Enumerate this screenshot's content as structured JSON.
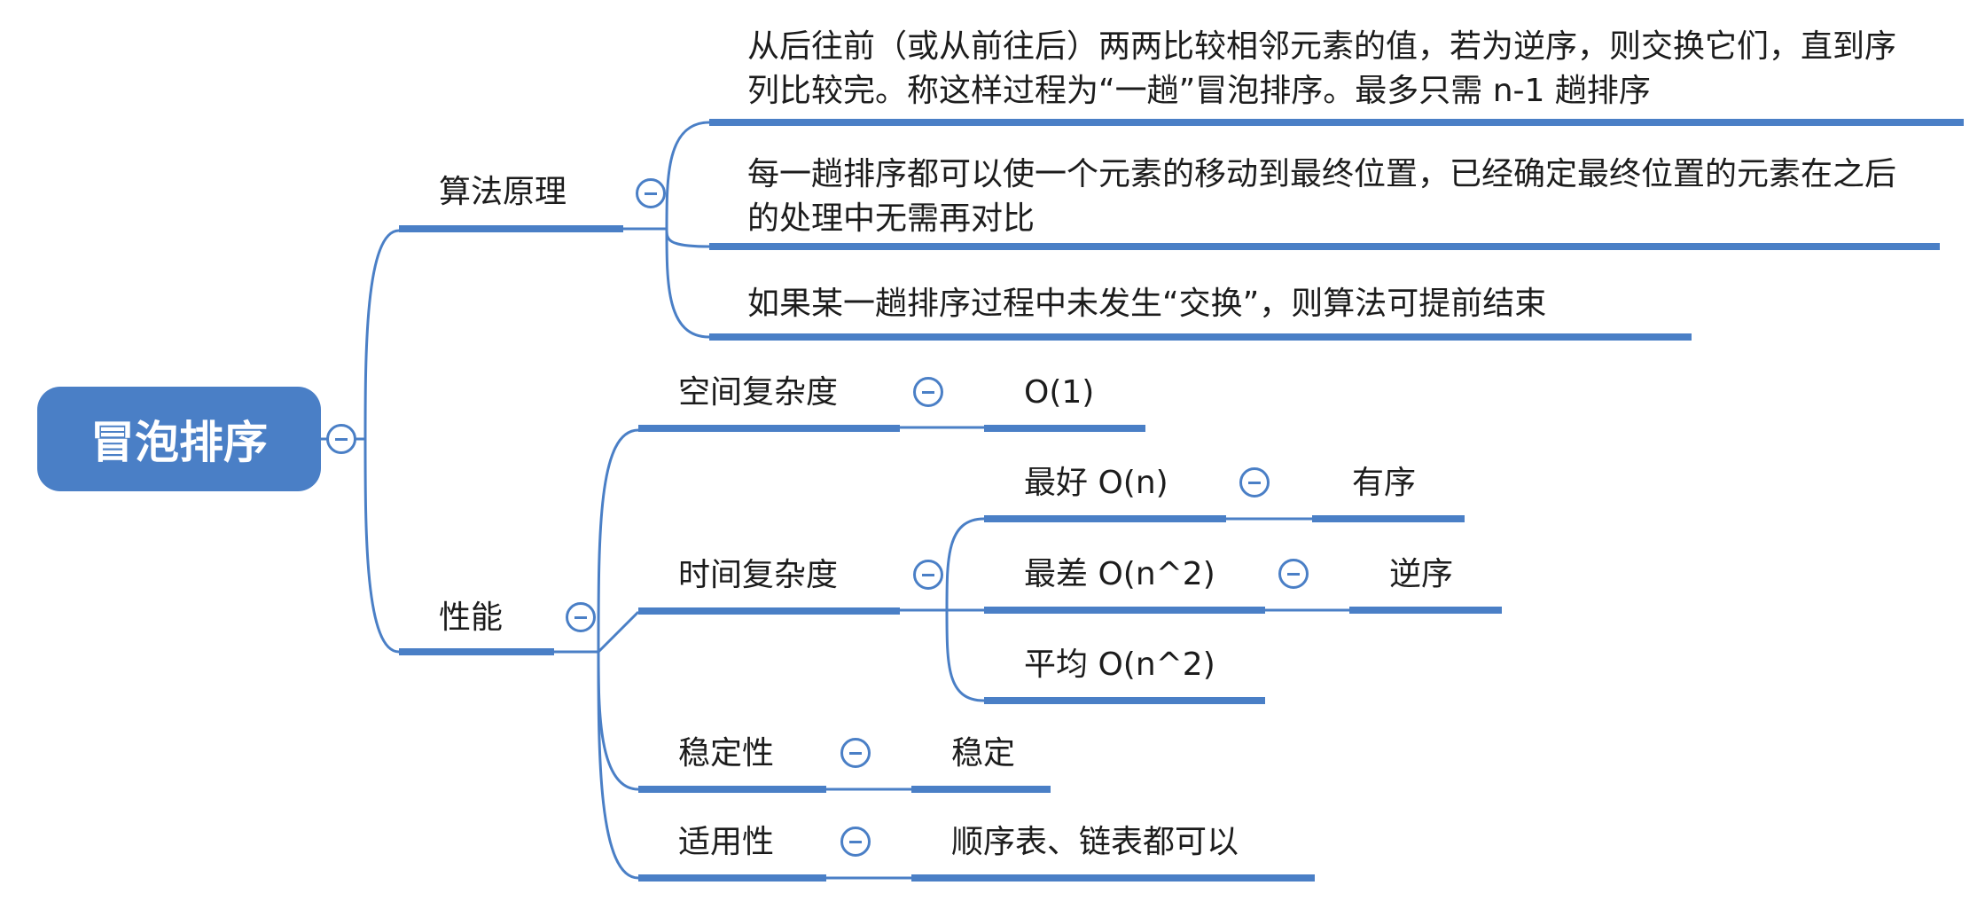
{
  "root": {
    "label": "冒泡排序"
  },
  "principle": {
    "label": "算法原理",
    "items": [
      "从后往前（或从前往后）两两比较相邻元素的值，若为逆序，则交换它们，直到序列比较完。称这样过程为“一趟”冒泡排序。最多只需 n-1 趟排序",
      "每一趟排序都可以使一个元素的移动到最终位置，已经确定最终位置的元素在之后的处理中无需再对比",
      "如果某一趟排序过程中未发生“交换”，则算法可提前结束"
    ]
  },
  "performance": {
    "label": "性能",
    "space": {
      "label": "空间复杂度",
      "value": "O(1)"
    },
    "time": {
      "label": "时间复杂度",
      "best": {
        "label": "最好 O(n)",
        "note": "有序"
      },
      "worst": {
        "label": "最差 O(n^2)",
        "note": "逆序"
      },
      "average": {
        "label": "平均 O(n^2)"
      }
    },
    "stability": {
      "label": "稳定性",
      "value": "稳定"
    },
    "applicability": {
      "label": "适用性",
      "value": "顺序表、链表都可以"
    }
  },
  "colors": {
    "accent": "#4a7fc6",
    "text": "#1c1c1c",
    "background": "#ffffff"
  },
  "icons": {
    "collapse": "collapse-minus-icon"
  }
}
